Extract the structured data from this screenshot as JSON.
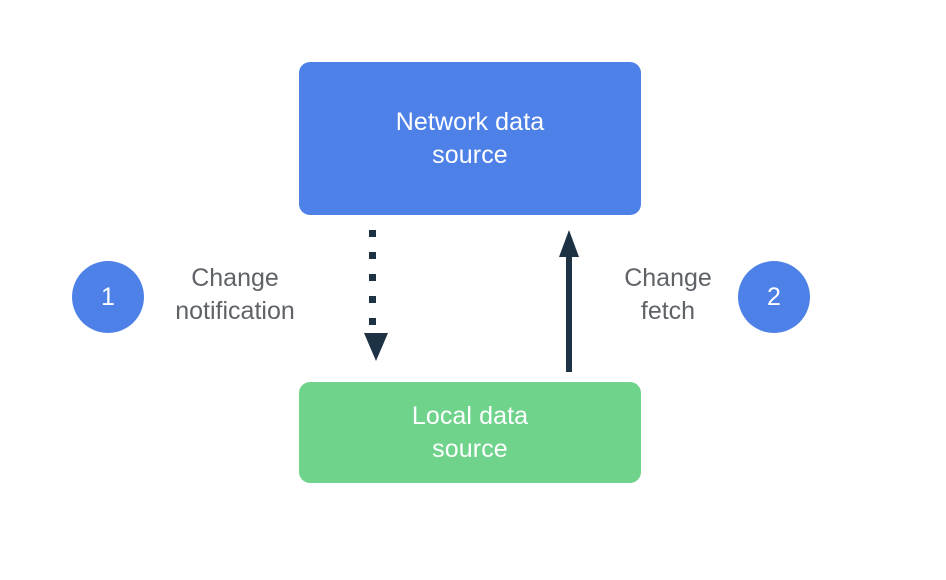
{
  "diagram": {
    "title_text": "",
    "background_color": "#ffffff",
    "nodes": [
      {
        "id": "network-data-source",
        "label": "Network data\nsource",
        "color": "#4E81E8",
        "text_color": "#ffffff"
      },
      {
        "id": "local-data-source",
        "label": "Local data\nsource",
        "color": "#6FD38C",
        "text_color": "#ffffff"
      }
    ],
    "steps": [
      {
        "number": "1",
        "label": "Change\nnotification",
        "color": "#4E81E8"
      },
      {
        "number": "2",
        "label": "Change\nfetch",
        "color": "#4E81E8"
      }
    ],
    "edges": [
      {
        "id": "change-notification",
        "from": "network-data-source",
        "to": "local-data-source",
        "style": "dotted",
        "direction": "down",
        "color": "#1E3away"
      },
      {
        "id": "change-fetch",
        "from": "local-data-source",
        "to": "network-data-source",
        "style": "solid",
        "direction": "up",
        "color": "#1D3244"
      }
    ],
    "label_color": "#5f6368",
    "arrow_color": "#1D3244"
  }
}
